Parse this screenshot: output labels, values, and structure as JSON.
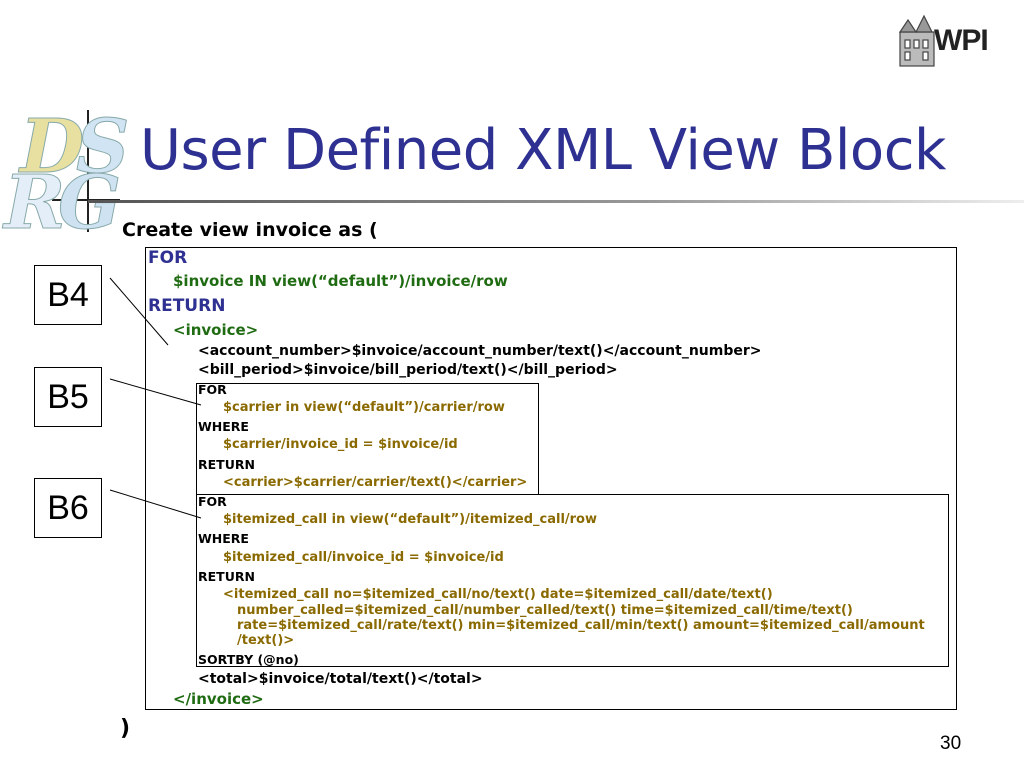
{
  "slide": {
    "title": "User Defined XML View Block",
    "page_number": "30",
    "logo_text": "WPI",
    "dsrg_letters": [
      "D",
      "S",
      "R",
      "G"
    ]
  },
  "code": {
    "create_line": "Create view invoice as (",
    "close_paren": ")",
    "outer": {
      "for": "FOR",
      "for_clause": "$invoice IN view(“default”)/invoice/row",
      "return": "RETURN",
      "invoice_open": "<invoice>",
      "account_number": "<account_number>$invoice/account_number/text()</account_number>",
      "bill_period": "<bill_period>$invoice/bill_period/text()</bill_period>",
      "total": "<total>$invoice/total/text()</total>",
      "invoice_close": "</invoice>"
    },
    "b5": {
      "for": "FOR",
      "for_clause": "$carrier in view(“default”)/carrier/row",
      "where": "WHERE",
      "where_clause": "$carrier/invoice_id = $invoice/id",
      "return": "RETURN",
      "return_clause": "<carrier>$carrier/carrier/text()</carrier>"
    },
    "b6": {
      "for": "FOR",
      "for_clause": "$itemized_call in view(“default”)/itemized_call/row",
      "where": "WHERE",
      "where_clause": "$itemized_call/invoice_id = $invoice/id",
      "return": "RETURN",
      "return_line1": "<itemized_call no=$itemized_call/no/text() date=$itemized_call/date/text()",
      "return_line2": "number_called=$itemized_call/number_called/text() time=$itemized_call/time/text()",
      "return_line3": "rate=$itemized_call/rate/text() min=$itemized_call/min/text() amount=$itemized_call/amount",
      "return_line4": "/text()>",
      "sortby": "SORTBY (@no)"
    }
  },
  "labels": {
    "b4": "B4",
    "b5": "B5",
    "b6": "B6"
  },
  "colors": {
    "title": "#2e3192",
    "keyword": "#2e3192",
    "green_code": "#1f6b12",
    "olive_code": "#8a6a00"
  }
}
